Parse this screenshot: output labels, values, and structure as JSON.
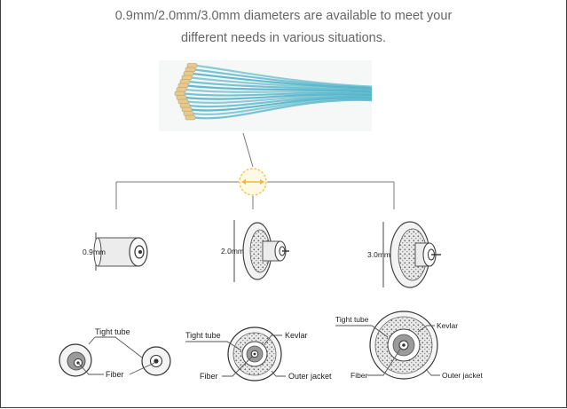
{
  "intro": {
    "line1": "0.9mm/2.0mm/3.0mm diameters are available to meet your",
    "line2": "different needs in various situations."
  },
  "colors": {
    "cable": "#4fb3c9",
    "connector": "#e7c98d",
    "highlight": "#f3b73a",
    "kevlar": "#d9d9d9",
    "line": "#7a7a7a"
  },
  "diagram": {
    "sizes": [
      {
        "label": "0.9mm"
      },
      {
        "label": "2.0mm"
      },
      {
        "label": "3.0mm"
      }
    ],
    "sections": {
      "s09": {
        "tight_tube": "Tight tube",
        "fiber": "Fiber"
      },
      "s20": {
        "tight_tube": "Tight tube",
        "kevlar": "Kevlar",
        "fiber": "Fiber",
        "outer_jacket": "Outer jacket"
      },
      "s30": {
        "tight_tube": "Tight tube",
        "kevlar": "Kevlar",
        "fiber": "Fiber",
        "outer_jacket": "Outer jacket"
      }
    }
  }
}
